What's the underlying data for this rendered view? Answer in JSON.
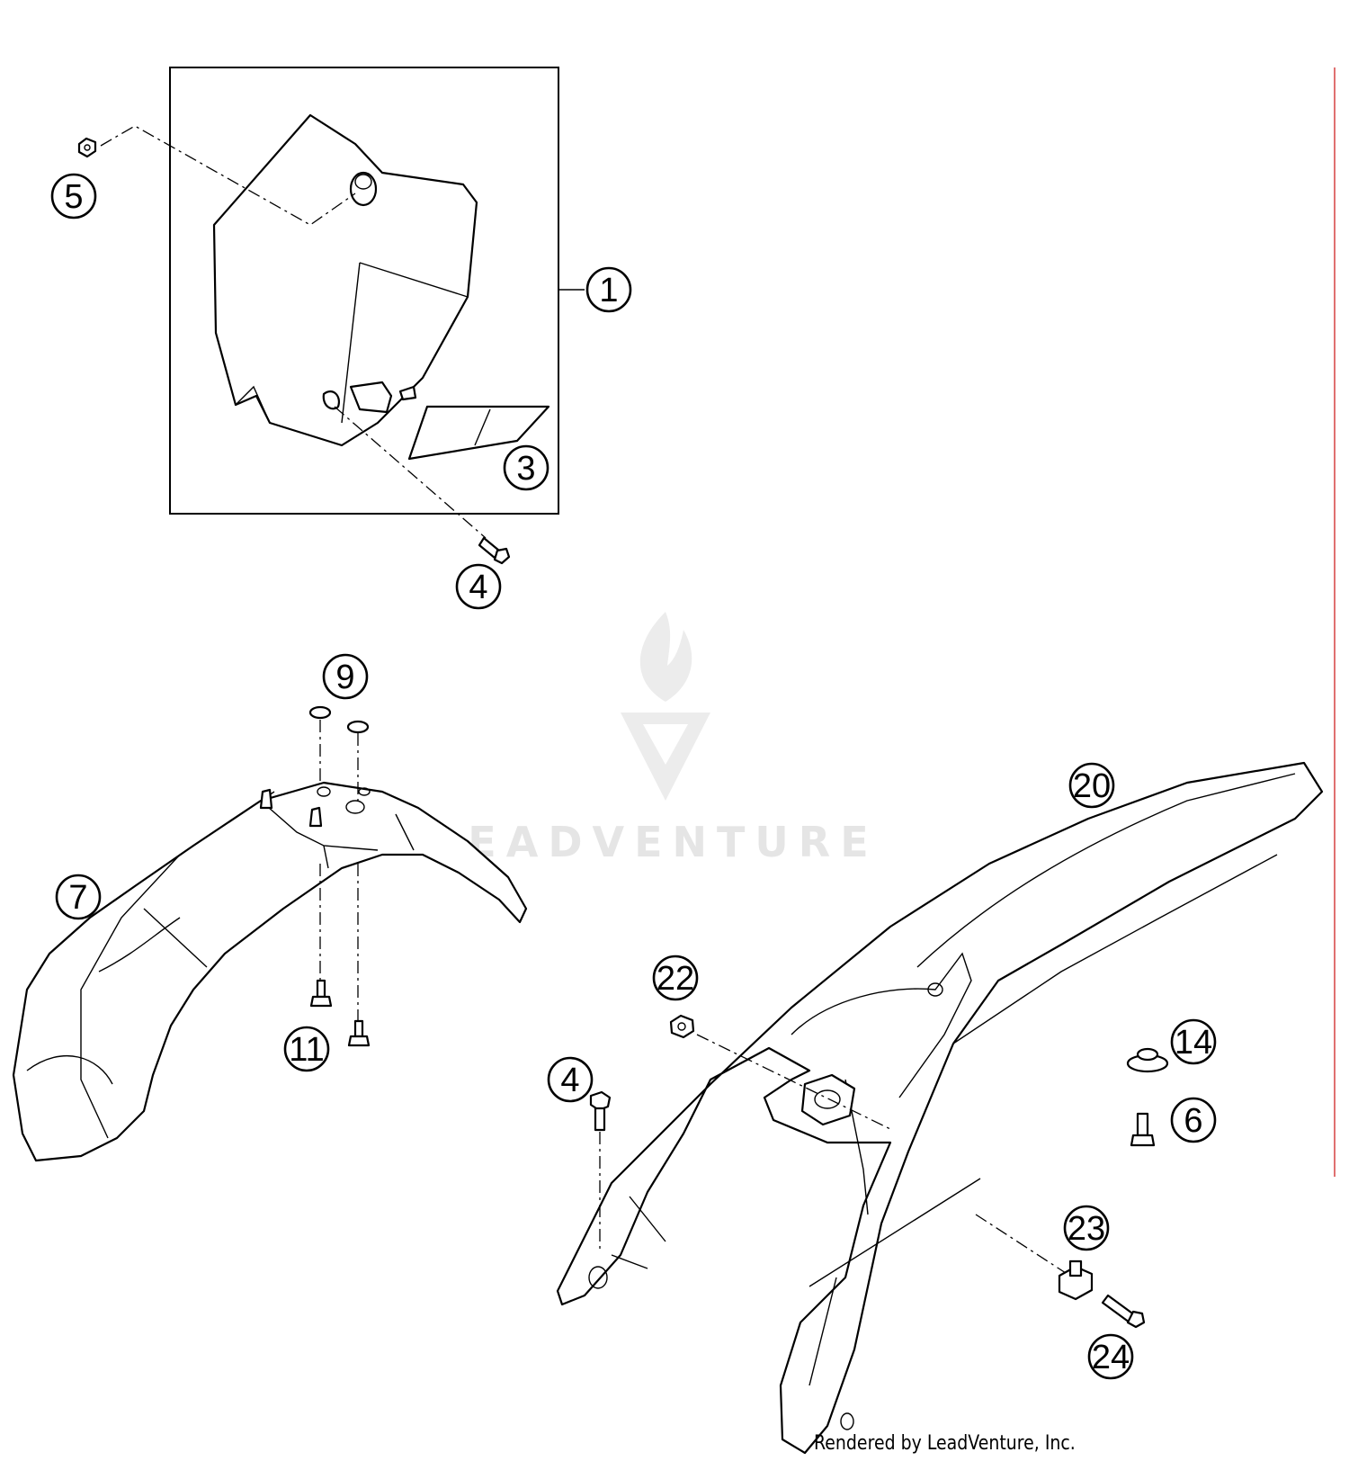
{
  "callouts": [
    {
      "id": "c1",
      "label": "1"
    },
    {
      "id": "c3",
      "label": "3"
    },
    {
      "id": "c4a",
      "label": "4"
    },
    {
      "id": "c5",
      "label": "5"
    },
    {
      "id": "c6",
      "label": "6"
    },
    {
      "id": "c7",
      "label": "7"
    },
    {
      "id": "c9",
      "label": "9"
    },
    {
      "id": "c11",
      "label": "11"
    },
    {
      "id": "c14",
      "label": "14"
    },
    {
      "id": "c20",
      "label": "20"
    },
    {
      "id": "c22",
      "label": "22"
    },
    {
      "id": "c23",
      "label": "23"
    },
    {
      "id": "c24",
      "label": "24"
    },
    {
      "id": "c4b",
      "label": "4"
    }
  ],
  "watermark": "LEADVENTURE",
  "credit": "Rendered by LeadVenture, Inc.",
  "colors": {
    "line": "#000000",
    "watermark": "#e5e5e5",
    "edge_line": "#e07070"
  }
}
